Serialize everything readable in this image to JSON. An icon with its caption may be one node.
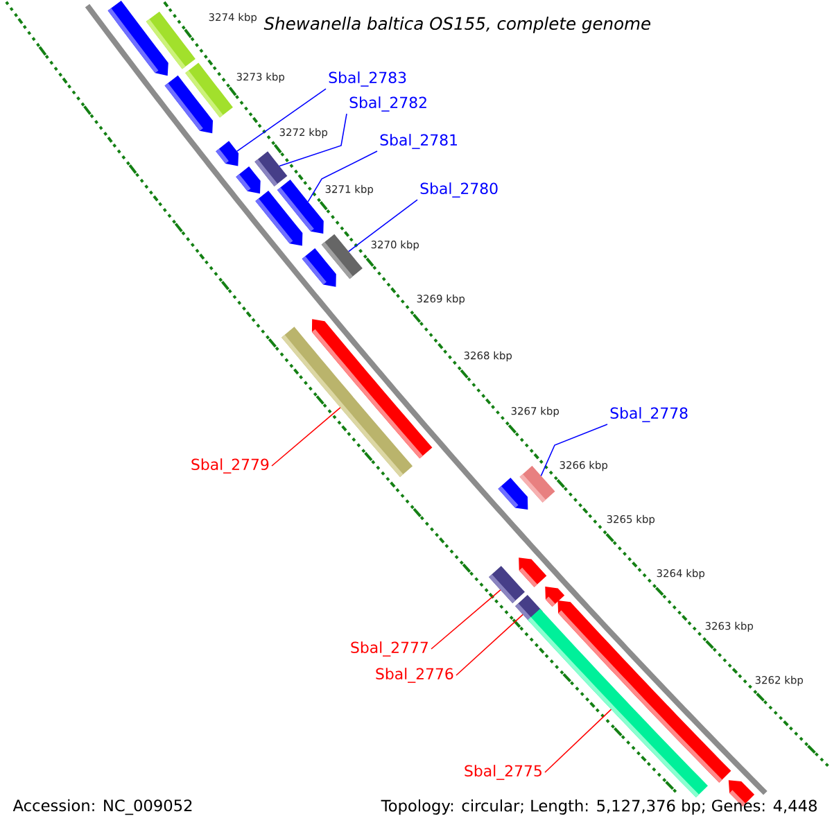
{
  "diagram": {
    "title": "Shewanella baltica OS155, complete genome",
    "nodes": [
      {
        "text": [],
        "shape": "box"
      },
      {
        "text": [],
        "shape": "arrow"
      },
      {
        "text": [],
        "shape": "box"
      },
      {
        "text": [],
        "shape": "arrow"
      },
      {
        "text": [],
        "shape": "arrow"
      },
      {
        "text": [],
        "shape": "box"
      },
      {
        "text": [],
        "shape": "arrow"
      },
      {
        "text": [],
        "shape": "arrow"
      },
      {
        "text": [],
        "shape": "arrow"
      },
      {
        "text": [],
        "shape": "box"
      },
      {
        "text": [],
        "shape": "arrow"
      },
      {
        "text": [],
        "shape": "arrow"
      },
      {
        "text": [],
        "shape": "box"
      },
      {
        "text": [],
        "shape": "box"
      },
      {
        "text": [],
        "shape": "arrow"
      },
      {
        "text": [],
        "shape": "arrow"
      },
      {
        "text": [],
        "shape": "box"
      },
      {
        "text": [],
        "shape": "arrow"
      },
      {
        "text": [],
        "shape": "box"
      },
      {
        "text": [],
        "shape": "arrow"
      },
      {
        "text": [],
        "shape": "box"
      },
      {
        "text": [],
        "shape": "arrow"
      },
      {
        "text": [
          "Sbal_2783"
        ]
      },
      {
        "text": [
          "Sbal_2782"
        ]
      },
      {
        "text": [
          "Sbal_2781"
        ]
      },
      {
        "text": [
          "Sbal_2780"
        ]
      },
      {
        "text": [
          "Sbal_2779"
        ]
      },
      {
        "text": [
          "Sbal_2778"
        ]
      },
      {
        "text": [
          "Sbal_2777"
        ]
      },
      {
        "text": [
          "Sbal_2776"
        ]
      },
      {
        "text": [
          "Sbal_2775"
        ]
      }
    ],
    "edges": [
      {
        "from": 22,
        "to": 4,
        "arrow": "none"
      },
      {
        "from": 23,
        "to": 5,
        "arrow": "none"
      },
      {
        "from": 24,
        "to": 7,
        "arrow": "none"
      },
      {
        "from": 25,
        "to": 9,
        "arrow": "none"
      },
      {
        "from": 26,
        "to": 12,
        "arrow": "none",
        "color": "#ff0000"
      },
      {
        "from": 27,
        "to": 13,
        "arrow": "none"
      },
      {
        "from": 28,
        "to": 16,
        "arrow": "none",
        "color": "#ff0000"
      },
      {
        "from": 29,
        "to": 18,
        "arrow": "none",
        "color": "#ff0000"
      },
      {
        "from": 30,
        "to": 20,
        "arrow": "none",
        "color": "#ff0000"
      }
    ],
    "labels": [
      "3274 kbp",
      "3273 kbp",
      "3272 kbp",
      "3271 kbp",
      "3270 kbp",
      "3269 kbp",
      "3268 kbp",
      "3267 kbp",
      "3266 kbp",
      "3265 kbp",
      "3264 kbp",
      "3263 kbp",
      "3262 kbp",
      "Accession: NC_009052",
      "Topology: circular; Length: 5,127,376 bp; Genes: 4,448"
    ]
  }
}
